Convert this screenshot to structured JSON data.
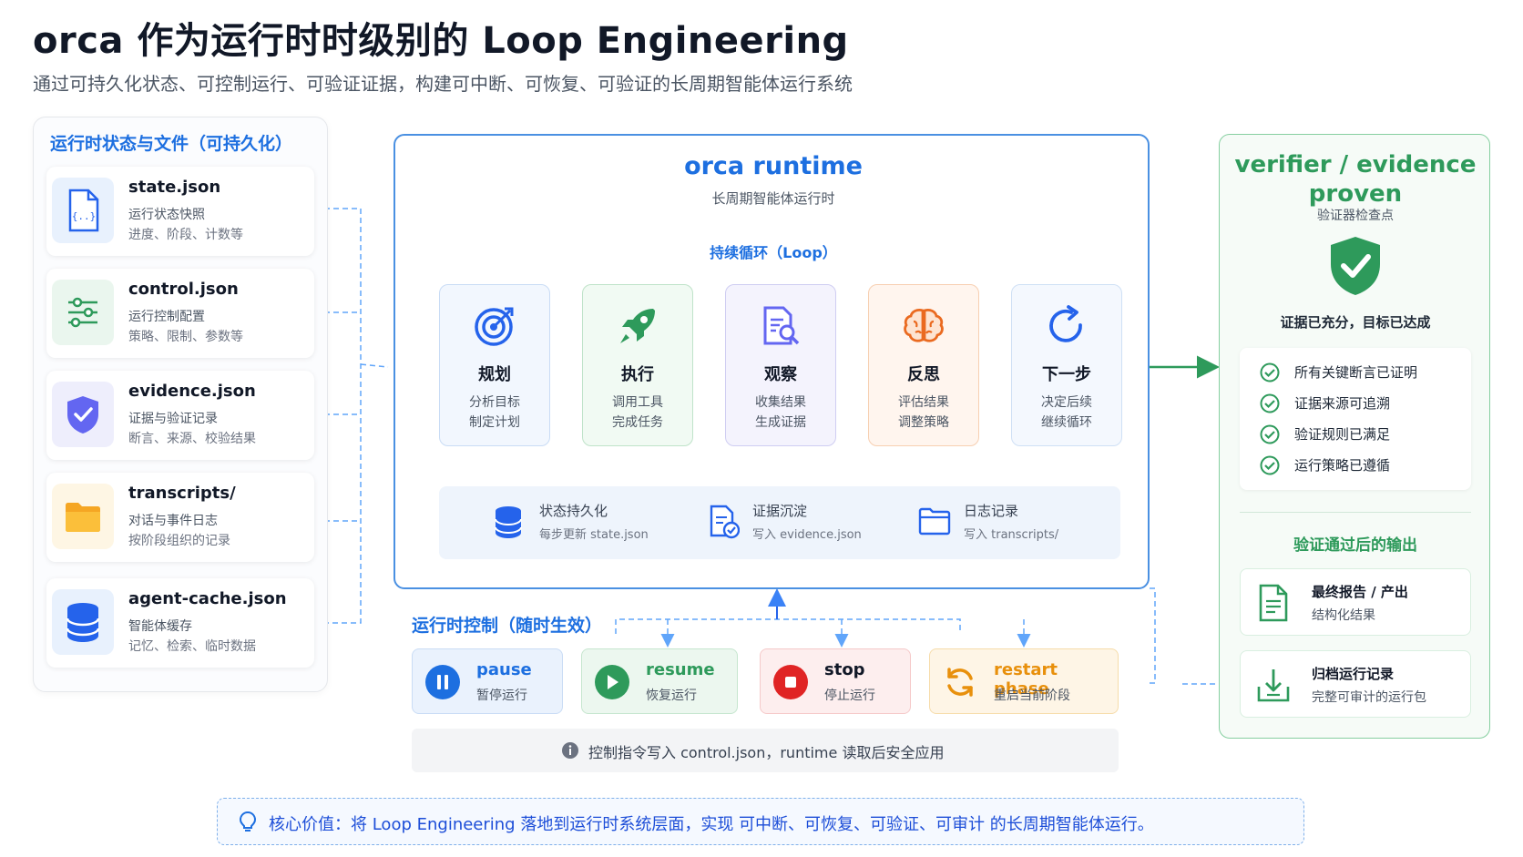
{
  "header": {
    "title": "orca 作为运行时时级别的 Loop Engineering",
    "subtitle": "通过可持久化状态、可控制运行、可验证证据，构建可中断、可恢复、可验证的长周期智能体运行系统"
  },
  "left_panel": {
    "title": "运行时状态与文件（可持久化）",
    "files": [
      {
        "name": "state.json",
        "line1": "运行状态快照",
        "line2": "进度、阶段、计数等",
        "icon": "json-file-icon"
      },
      {
        "name": "control.json",
        "line1": "运行控制配置",
        "line2": "策略、限制、参数等",
        "icon": "sliders-icon"
      },
      {
        "name": "evidence.json",
        "line1": "证据与验证记录",
        "line2": "断言、来源、校验结果",
        "icon": "shield-check-icon"
      },
      {
        "name": "transcripts/",
        "line1": "对话与事件日志",
        "line2": "按阶段组织的记录",
        "icon": "folder-icon"
      },
      {
        "name": "agent-cache.json",
        "line1": "智能体缓存",
        "line2": "记忆、检索、临时数据",
        "icon": "database-icon"
      }
    ]
  },
  "runtime": {
    "title": "orca runtime",
    "subtitle": "长周期智能体运行时",
    "loop_label": "持续循环（Loop）",
    "stages": [
      {
        "name": "规划",
        "line1": "分析目标",
        "line2": "制定计划",
        "icon": "target-icon"
      },
      {
        "name": "执行",
        "line1": "调用工具",
        "line2": "完成任务",
        "icon": "rocket-icon"
      },
      {
        "name": "观察",
        "line1": "收集结果",
        "line2": "生成证据",
        "icon": "document-search-icon"
      },
      {
        "name": "反思",
        "line1": "评估结果",
        "line2": "调整策略",
        "icon": "brain-icon"
      },
      {
        "name": "下一步",
        "line1": "决定后续",
        "line2": "继续循环",
        "icon": "refresh-icon"
      }
    ],
    "persistence": [
      {
        "name": "状态持久化",
        "desc": "每步更新 state.json",
        "icon": "database-icon"
      },
      {
        "name": "证据沉淀",
        "desc": "写入 evidence.json",
        "icon": "evidence-doc-icon"
      },
      {
        "name": "日志记录",
        "desc": "写入 transcripts/",
        "icon": "folder-outline-icon"
      }
    ]
  },
  "controls": {
    "title": "运行时控制（随时生效）",
    "buttons": [
      {
        "name": "pause",
        "desc": "暂停运行",
        "icon": "pause-icon",
        "color": "#1d6fe0"
      },
      {
        "name": "resume",
        "desc": "恢复运行",
        "icon": "play-icon",
        "color": "#2e9a5b"
      },
      {
        "name": "stop",
        "desc": "停止运行",
        "icon": "stop-icon",
        "color": "#e02424"
      },
      {
        "name": "restart phase",
        "desc": "重启当前阶段",
        "icon": "restart-icon",
        "color": "#e8900c"
      }
    ],
    "note": "控制指令写入 control.json，runtime 读取后安全应用"
  },
  "verifier": {
    "title_line1": "verifier / evidence",
    "title_line2": "proven",
    "subtitle": "验证器检查点",
    "status": "证据已充分，目标已达成",
    "checks": [
      "所有关键断言已证明",
      "证据来源可追溯",
      "验证规则已满足",
      "运行策略已遵循"
    ],
    "output_title": "验证通过后的输出",
    "outputs": [
      {
        "name": "最终报告 / 产出",
        "desc": "结构化结果",
        "icon": "report-icon"
      },
      {
        "name": "归档运行记录",
        "desc": "完整可审计的运行包",
        "icon": "archive-download-icon"
      }
    ]
  },
  "banner": {
    "text": "核心价值：将 Loop Engineering 落地到运行时系统层面，实现 可中断、可恢复、可验证、可审计 的长周期智能体运行。",
    "icon": "lightbulb-icon"
  },
  "colors": {
    "primary_blue": "#1d6fe0",
    "verify_green": "#2e9a5b",
    "stop_red": "#e02424",
    "restart_orange": "#e8900c"
  }
}
